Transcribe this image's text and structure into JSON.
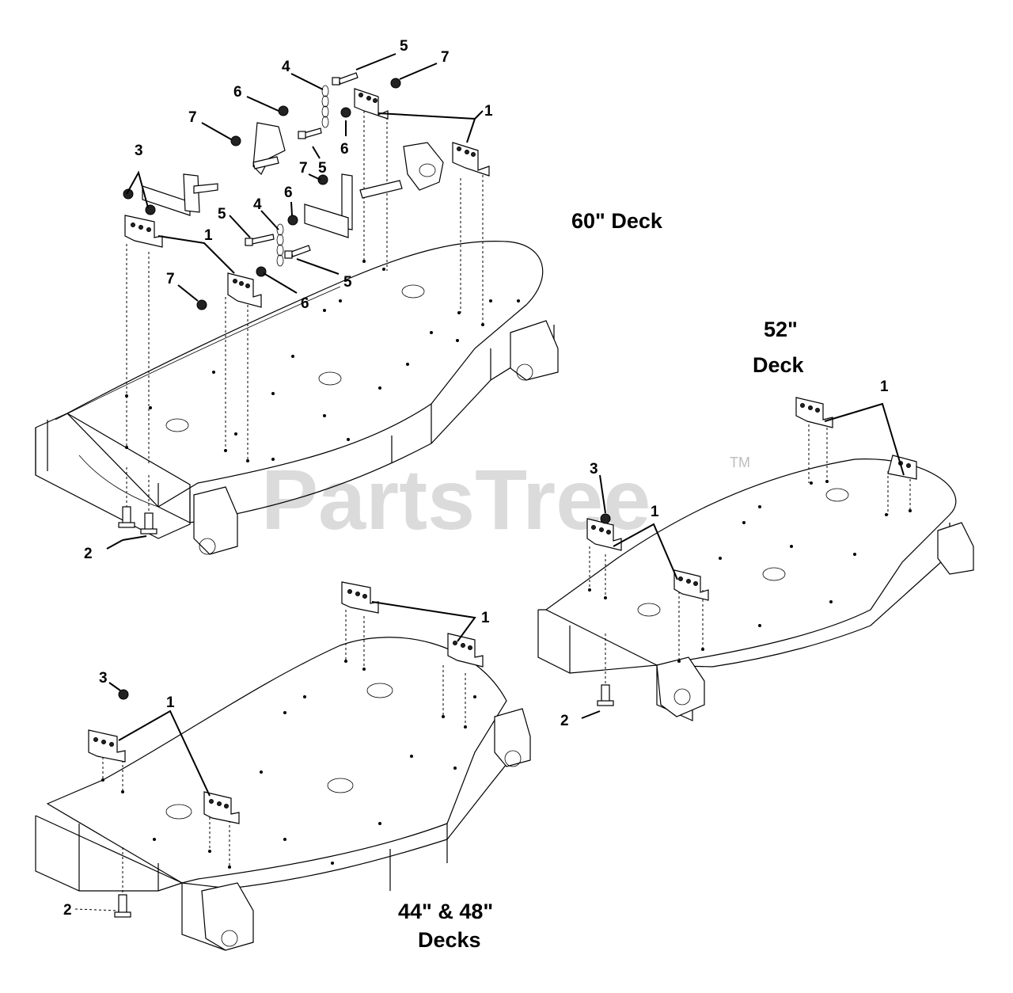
{
  "watermark": {
    "brand": "PartsTree",
    "trademark": "TM"
  },
  "deck_titles": {
    "deck60": "60\" Deck",
    "deck52_line1": "52\"",
    "deck52_line2": "Deck",
    "deck4448_line1": "44\" & 48\"",
    "deck4448_line2": "Decks"
  },
  "callouts": {
    "d60": {
      "c1a": "1",
      "c1b": "1",
      "c2": "2",
      "c3": "3",
      "c4a": "4",
      "c4b": "4",
      "c5a": "5",
      "c5b": "5",
      "c5c": "5",
      "c5d": "5",
      "c6a": "6",
      "c6b": "6",
      "c6c": "6",
      "c6d": "6",
      "c7a": "7",
      "c7b": "7",
      "c7c": "7",
      "c7d": "7"
    },
    "d52": {
      "c1a": "1",
      "c1b": "1",
      "c2": "2",
      "c3": "3"
    },
    "d4448": {
      "c1a": "1",
      "c1b": "1",
      "c2": "2",
      "c3": "3"
    }
  }
}
